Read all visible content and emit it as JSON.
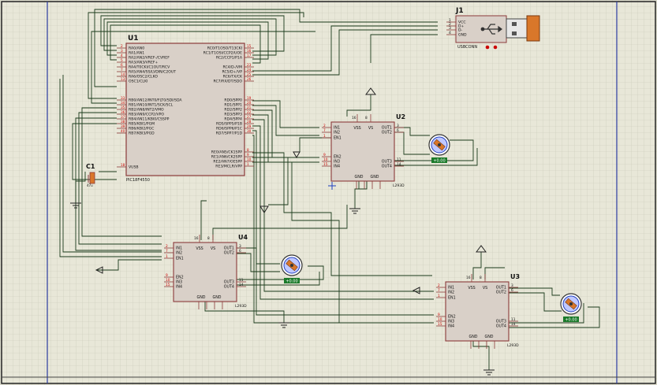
{
  "colors": {
    "grid_bg": "#e8e7d8",
    "grid_line": "#c9c8b6",
    "chip_fill": "#d9d0c8",
    "chip_border": "#8b3a3a",
    "wire": "#1a3a1a",
    "pin_red": "#cc0000",
    "pin_blue": "#2040c0",
    "border_blue": "#2a3aa0",
    "usb_orange": "#d9772a",
    "motor_label_bg": "#1a7a2a"
  },
  "u1": {
    "ref": "U1",
    "part": "PIC18F4550",
    "left_pins": [
      {
        "num": "2",
        "name": "RA0/AN0"
      },
      {
        "num": "3",
        "name": "RA1/AN1"
      },
      {
        "num": "4",
        "name": "RA2/AN2/VREF-/CVREF"
      },
      {
        "num": "5",
        "name": "RA3/AN3/VREF+"
      },
      {
        "num": "6",
        "name": "RA4/T0CKI/C1OUT/RCV"
      },
      {
        "num": "7",
        "name": "RA5/AN4/SS/LVDIN/C2OUT"
      },
      {
        "num": "14",
        "name": "RA6/OSC2/CLKO"
      },
      {
        "num": "13",
        "name": "OSC1/CLKI"
      },
      {
        "num": "33",
        "name": "RB0/AN12/INT0/FLT0/SDI/SDA"
      },
      {
        "num": "34",
        "name": "RB1/AN10/INT1/SCK/SCL"
      },
      {
        "num": "35",
        "name": "RB2/AN8/INT2/VMO"
      },
      {
        "num": "36",
        "name": "RB3/AN9/CCP2/VPO"
      },
      {
        "num": "37",
        "name": "RB4/AN11/KBI0/CSSPP"
      },
      {
        "num": "38",
        "name": "RB5/KBI1/PGM"
      },
      {
        "num": "39",
        "name": "RB6/KBI2/PGC"
      },
      {
        "num": "40",
        "name": "RB7/KBI3/PGD"
      },
      {
        "num": "18",
        "name": "VUSB"
      }
    ],
    "right_pins": [
      {
        "num": "15",
        "name": "RC0/T1OSO/T13CKI"
      },
      {
        "num": "16",
        "name": "RC1/T1OSI/CCP2/UOE"
      },
      {
        "num": "17",
        "name": "RC2/CCP1/P1A"
      },
      {
        "num": "23",
        "name": "RC4/D-/VM"
      },
      {
        "num": "24",
        "name": "RC5/D+/VP"
      },
      {
        "num": "25",
        "name": "RC6/TX/CK"
      },
      {
        "num": "26",
        "name": "RC7/RX/DT/SDO"
      },
      {
        "num": "19",
        "name": "RD0/SPP0"
      },
      {
        "num": "20",
        "name": "RD1/SPP1"
      },
      {
        "num": "21",
        "name": "RD2/SPP2"
      },
      {
        "num": "22",
        "name": "RD3/SPP3"
      },
      {
        "num": "27",
        "name": "RD4/SPP4"
      },
      {
        "num": "28",
        "name": "RD5/SPP5/P1B"
      },
      {
        "num": "29",
        "name": "RD6/SPP6/P1C"
      },
      {
        "num": "30",
        "name": "RD7/SPP7/P1D"
      },
      {
        "num": "8",
        "name": "RE0/AN5/CK1SPP"
      },
      {
        "num": "9",
        "name": "RE1/AN6/CK2SPP"
      },
      {
        "num": "10",
        "name": "RE2/AN7/OESPP"
      },
      {
        "num": "1",
        "name": "RE3/MCLR/VPP"
      }
    ]
  },
  "c1": {
    "ref": "C1",
    "value": "47u"
  },
  "j1": {
    "ref": "J1",
    "part": "USBCONN",
    "pins": [
      {
        "num": "1",
        "name": "VCC"
      },
      {
        "num": "2",
        "name": "D+"
      },
      {
        "num": "3",
        "name": "D-"
      },
      {
        "num": "4",
        "name": "GND"
      }
    ]
  },
  "l293_pins": {
    "in1": "IN1",
    "in2": "IN2",
    "en1": "EN1",
    "en2": "EN2",
    "in3": "IN3",
    "in4": "IN4",
    "vss": "VSS",
    "vs": "VS",
    "gnd": "GND",
    "out1": "OUT1",
    "out2": "OUT2",
    "out3": "OUT3",
    "out4": "OUT4",
    "n_vss": "16",
    "n_vs": "8",
    "n_in1": "2",
    "n_in2": "7",
    "n_en1": "1",
    "n_en2": "9",
    "n_in3": "10",
    "n_in4": "15",
    "n_out1": "3",
    "n_out2": "6",
    "n_out3": "11",
    "n_out4": "14"
  },
  "drivers": [
    {
      "ref": "U2",
      "part": "L293D"
    },
    {
      "ref": "U3",
      "part": "L293D"
    },
    {
      "ref": "U4",
      "part": "L293D"
    }
  ],
  "motor_label": "+0.00"
}
